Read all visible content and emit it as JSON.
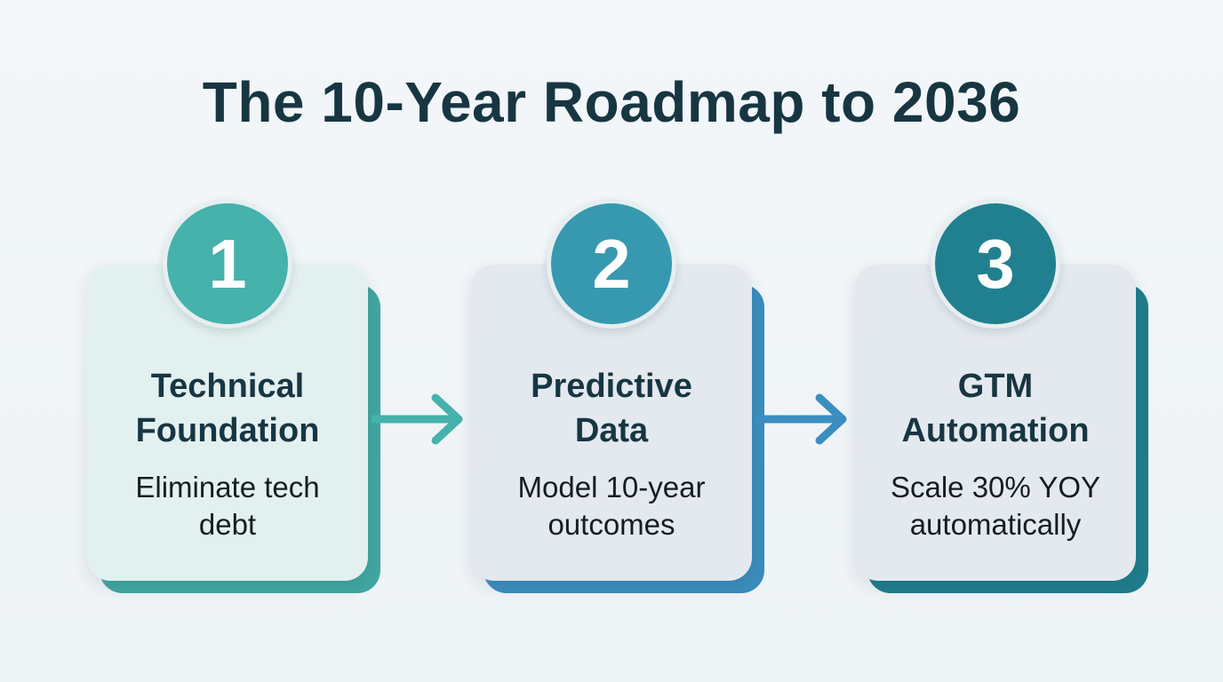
{
  "title": "The 10-Year Roadmap to 2036",
  "steps": [
    {
      "number": "1",
      "heading_line1": "Technical",
      "heading_line2": "Foundation",
      "desc_line1": "Eliminate tech",
      "desc_line2": "debt",
      "circle_color": "#45b2ab",
      "plate_color": "#3fa7a0",
      "card_color": "#e3f0f0"
    },
    {
      "number": "2",
      "heading_line1": "Predictive",
      "heading_line2": "Data",
      "desc_line1": "Model 10-year",
      "desc_line2": "outcomes",
      "circle_color": "#3799b0",
      "plate_color": "#3b8dbd",
      "card_color": "#e3e9ef"
    },
    {
      "number": "3",
      "heading_line1": "GTM",
      "heading_line2": "Automation",
      "desc_line1": "Scale 30% YOY",
      "desc_line2": "automatically",
      "circle_color": "#21808f",
      "plate_color": "#1f7d8c",
      "card_color": "#e4e9ef"
    }
  ],
  "arrows": [
    {
      "from": "1",
      "to": "2",
      "color": "#45b2ab"
    },
    {
      "from": "2",
      "to": "3",
      "color": "#3a8fc0"
    }
  ]
}
